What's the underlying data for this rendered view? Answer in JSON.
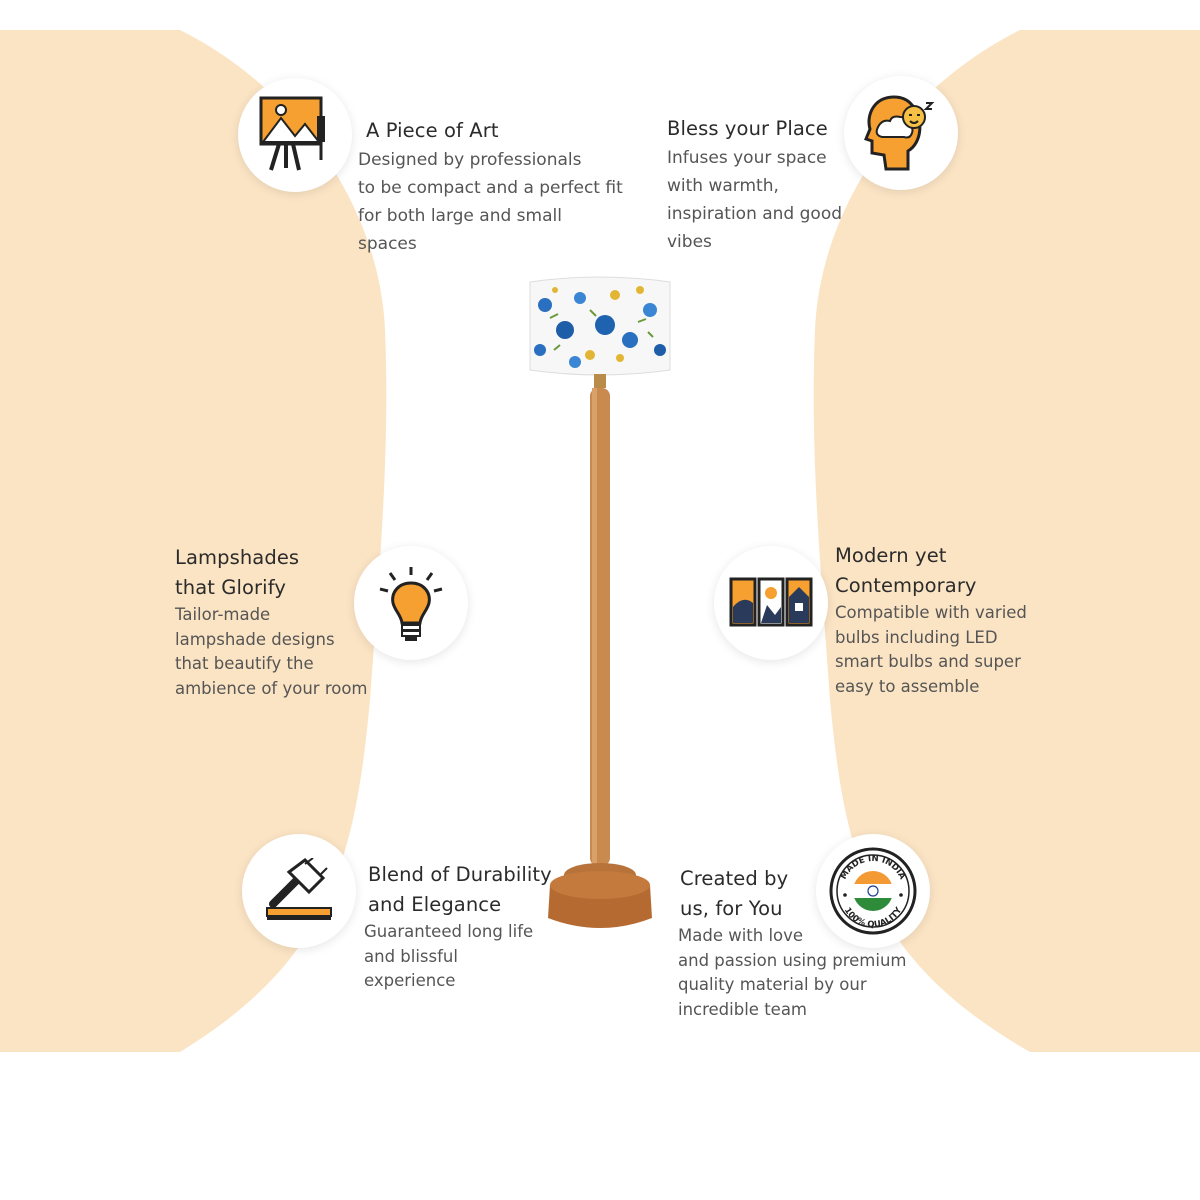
{
  "colors": {
    "background": "#ffffff",
    "side_panels": "#fbe4c4",
    "icon_orange": "#f5a030",
    "icon_dark": "#222222"
  },
  "features": {
    "piece_of_art": {
      "icon": "painting-easel-icon",
      "title": "A Piece of Art",
      "lines": [
        "Designed by professionals",
        "to be compact and a perfect fit",
        "for both large and small",
        "spaces"
      ]
    },
    "bless_place": {
      "icon": "mind-smile-icon",
      "title": "Bless your Place",
      "lines": [
        "Infuses your space",
        "with warmth,",
        "inspiration and good",
        "vibes"
      ]
    },
    "lampshades": {
      "icon": "light-bulb-icon",
      "title_lines": [
        "Lampshades",
        "that Glorify"
      ],
      "lines": [
        "Tailor-made",
        "lampshade designs",
        "that beautify the",
        "ambience of your room"
      ]
    },
    "modern": {
      "icon": "art-panels-icon",
      "title_lines": [
        "Modern yet",
        "Contemporary"
      ],
      "lines": [
        "Compatible with varied",
        "bulbs including LED",
        "smart bulbs and super",
        "easy to assemble"
      ]
    },
    "durability": {
      "icon": "hammer-icon",
      "title_lines": [
        "Blend of Durability",
        "and Elegance"
      ],
      "lines": [
        "Guaranteed long life",
        "and blissful",
        "experience"
      ]
    },
    "created": {
      "icon": "made-in-india-badge-icon",
      "badge_top": "MADE IN INDIA",
      "badge_bottom": "100% QUALITY",
      "title_lines": [
        "Created by",
        "us, for You"
      ],
      "lines": [
        "Made with love",
        "and passion using premium",
        "quality material by our",
        "incredible team"
      ]
    }
  },
  "product": {
    "image": "floral-drum-floor-lamp"
  }
}
